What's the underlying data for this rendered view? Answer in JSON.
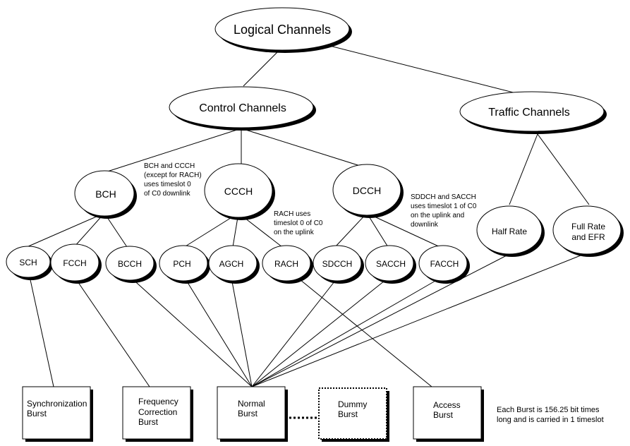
{
  "nodes": {
    "logical": "Logical Channels",
    "control": "Control Channels",
    "traffic": "Traffic Channels",
    "bch": "BCH",
    "ccch": "CCCH",
    "dcch": "DCCH",
    "half_rate": "Half Rate",
    "full_rate": [
      "Full Rate",
      "and EFR"
    ],
    "sch": "SCH",
    "fcch": "FCCH",
    "bcch": "BCCH",
    "pch": "PCH",
    "agch": "AGCH",
    "rach": "RACH",
    "sdcch": "SDCCH",
    "sacch": "SACCH",
    "facch": "FACCH"
  },
  "bursts": {
    "sync": [
      "Synchronization",
      "Burst"
    ],
    "freq": [
      "Frequency",
      "Correction",
      "Burst"
    ],
    "normal": [
      "Normal",
      "Burst"
    ],
    "dummy": [
      "Dummy",
      "Burst"
    ],
    "access": [
      "Access",
      "Burst"
    ]
  },
  "notes": {
    "bch_ccch": [
      "BCH and CCCH",
      "(except for RACH)",
      "uses timeslot 0",
      "of C0 downlink"
    ],
    "rach": [
      "RACH uses",
      "timeslot 0 of C0",
      "on the uplink"
    ],
    "sddch": [
      "SDDCH and SACCH",
      "uses timeslot 1 of C0",
      "on the uplink and",
      "downlink"
    ],
    "burst_info": [
      "Each Burst is 156.25 bit times",
      "long and is carried in 1 timeslot"
    ]
  }
}
